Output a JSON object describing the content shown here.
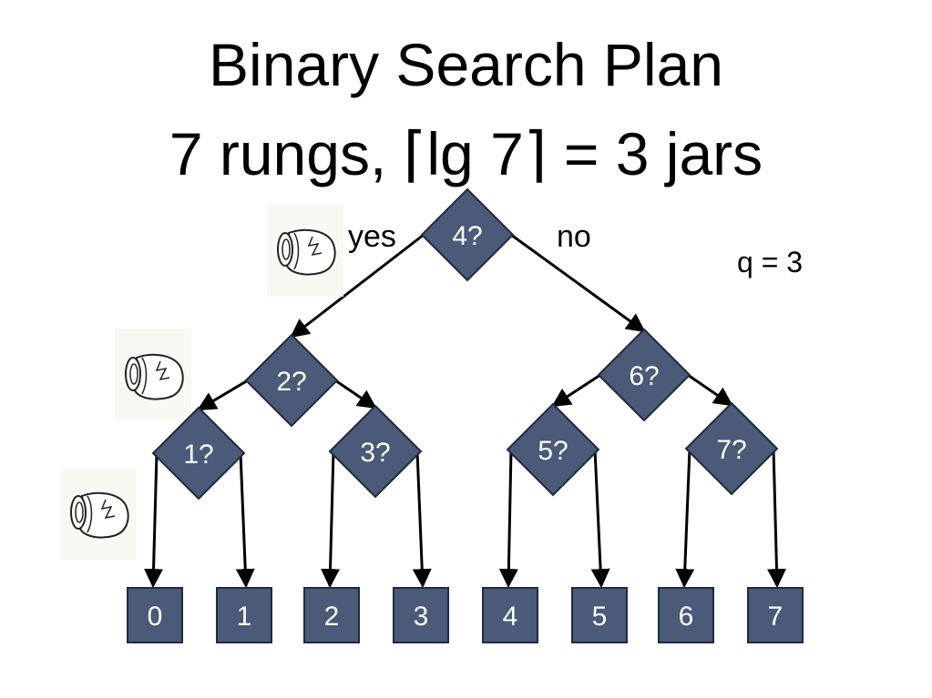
{
  "title": {
    "line1": "Binary Search Plan",
    "line2": "7 rungs, ⌈lg 7⌉ = 3 jars"
  },
  "labels": {
    "yes": "yes",
    "no": "no",
    "q": "q = 3"
  },
  "decisions": [
    {
      "id": "d4",
      "label": "4?"
    },
    {
      "id": "d2",
      "label": "2?"
    },
    {
      "id": "d6",
      "label": "6?"
    },
    {
      "id": "d1",
      "label": "1?"
    },
    {
      "id": "d3",
      "label": "3?"
    },
    {
      "id": "d5",
      "label": "5?"
    },
    {
      "id": "d7",
      "label": "7?"
    }
  ],
  "leaves": [
    {
      "id": "l0",
      "label": "0"
    },
    {
      "id": "l1",
      "label": "1"
    },
    {
      "id": "l2",
      "label": "2"
    },
    {
      "id": "l3",
      "label": "3"
    },
    {
      "id": "l4",
      "label": "4"
    },
    {
      "id": "l5",
      "label": "5"
    },
    {
      "id": "l6",
      "label": "6"
    },
    {
      "id": "l7",
      "label": "7"
    }
  ],
  "edges": [
    [
      "d4",
      "d2"
    ],
    [
      "d4",
      "d6"
    ],
    [
      "d2",
      "d1"
    ],
    [
      "d2",
      "d3"
    ],
    [
      "d6",
      "d5"
    ],
    [
      "d6",
      "d7"
    ],
    [
      "d1",
      "l0"
    ],
    [
      "d1",
      "l1"
    ],
    [
      "d3",
      "l2"
    ],
    [
      "d3",
      "l3"
    ],
    [
      "d5",
      "l4"
    ],
    [
      "d5",
      "l5"
    ],
    [
      "d7",
      "l6"
    ],
    [
      "d7",
      "l7"
    ]
  ],
  "jars": [
    {
      "name": "jar-icon"
    },
    {
      "name": "jar-icon"
    },
    {
      "name": "jar-icon"
    }
  ],
  "colors": {
    "node_fill": "#4a5a78",
    "node_stroke": "#1f2a3d",
    "edge": "#000000",
    "text": "#ffffff"
  }
}
